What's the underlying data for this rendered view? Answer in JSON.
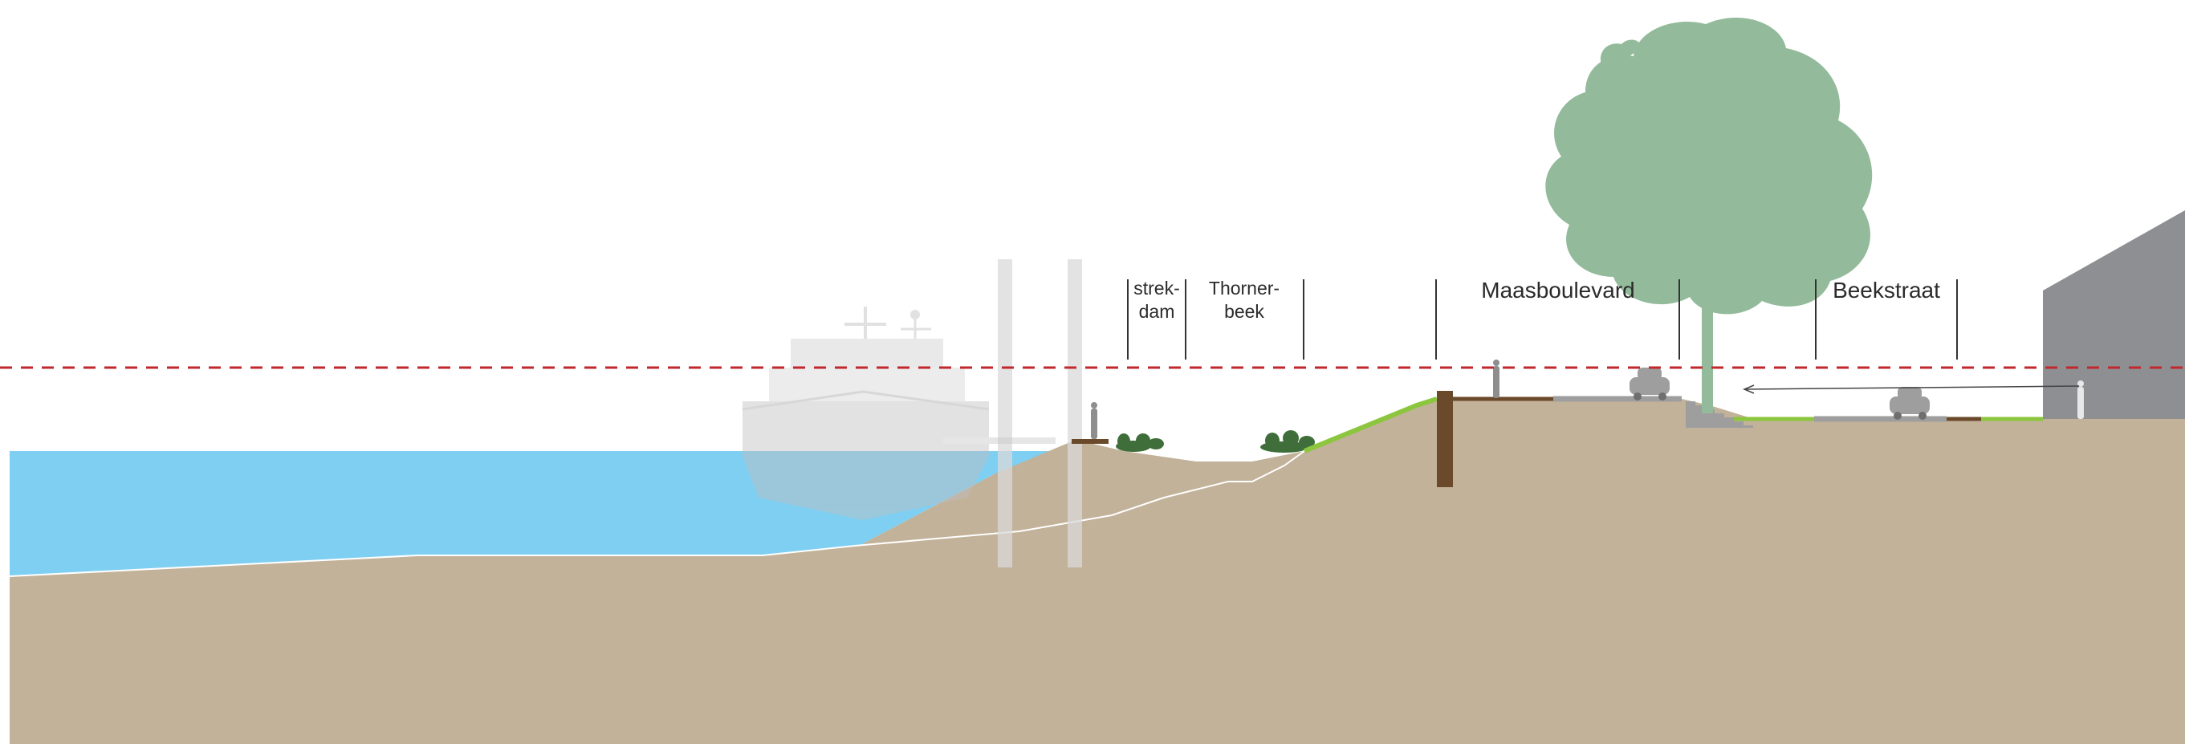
{
  "labels": {
    "strekdam_line1": "strek-",
    "strekdam_line2": "dam",
    "thornerbeek_line1": "Thorner-",
    "thornerbeek_line2": "beek",
    "maasboulevard": "Maasboulevard",
    "beekstraat": "Beekstraat"
  },
  "colors": {
    "water": "#7fcff2",
    "ground": "#c2b299",
    "tree": "#93bb9b",
    "grass": "#8cc63f",
    "wood": "#6b4a2b",
    "building": "#8e8f92",
    "flood_line": "#c1272d",
    "road": "#9e9e9e"
  }
}
